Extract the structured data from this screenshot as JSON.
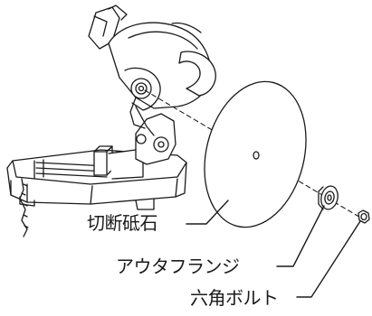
{
  "callouts": {
    "cutting_wheel": "切断砥石",
    "outer_flange": "アウタフランジ",
    "hex_bolt": "六角ボルト"
  },
  "colors": {
    "line": "#1a1a1a",
    "background": "#ffffff"
  }
}
